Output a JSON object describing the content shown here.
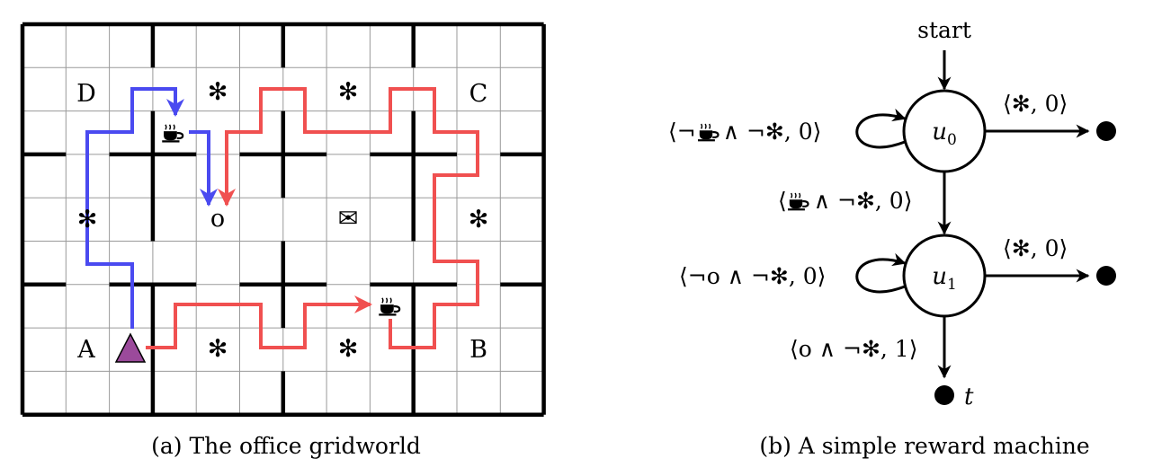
{
  "caption_a": "(a) The office gridworld",
  "caption_b": "(b) A simple reward machine",
  "grid": {
    "room_letters": {
      "a": "A",
      "b": "B",
      "c": "C",
      "d": "D"
    },
    "office_symbol": "o",
    "mail_symbol": "✉",
    "decoration_symbol": "✻",
    "path_colors": {
      "blue": "#4a4af0",
      "red": "#f05050"
    },
    "agent_color": "#9b4a9b"
  },
  "machine": {
    "start_label": "start",
    "state0_base": "u",
    "state0_sub": "0",
    "state1_base": "u",
    "state1_sub": "1",
    "terminal_label": "t",
    "edge_u0_loop": [
      "⟨¬",
      "∧ ¬✻, 0⟩"
    ],
    "edge_u0_out": "⟨✻, 0⟩",
    "edge_u0_u1": [
      "⟨",
      "∧ ¬✻, 0⟩"
    ],
    "edge_u1_loop": "⟨¬o ∧ ¬✻, 0⟩",
    "edge_u1_out": "⟨✻, 0⟩",
    "edge_u1_t": "⟨o ∧ ¬✻, 1⟩"
  }
}
